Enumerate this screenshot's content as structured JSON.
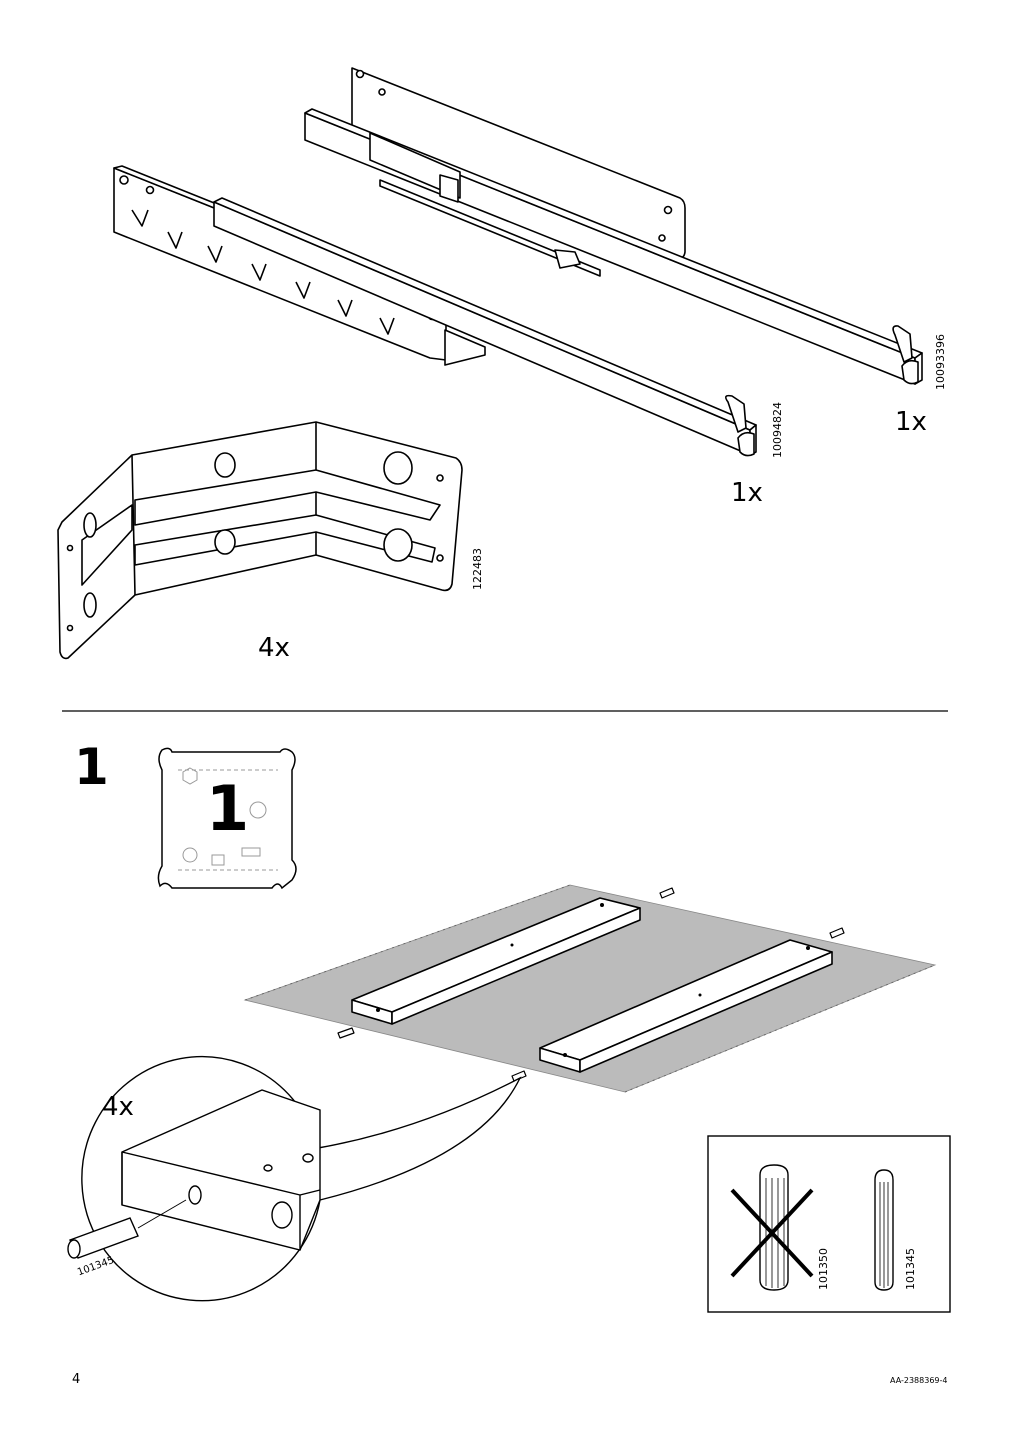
{
  "parts": [
    {
      "id": "rail-long",
      "article": "10093396",
      "quantity": "1x"
    },
    {
      "id": "rail-short",
      "article": "10094824",
      "quantity": "1x"
    },
    {
      "id": "bracket",
      "article": "122483",
      "quantity": "4x"
    }
  ],
  "step": {
    "number": "1",
    "bag_label": "1",
    "detail_quantity": "4x",
    "detail_article": "101345",
    "dowel_wrong_article": "101350",
    "dowel_right_article": "101345"
  },
  "footer": {
    "page_number": "4",
    "doc_id": "AA-2388369-4"
  }
}
